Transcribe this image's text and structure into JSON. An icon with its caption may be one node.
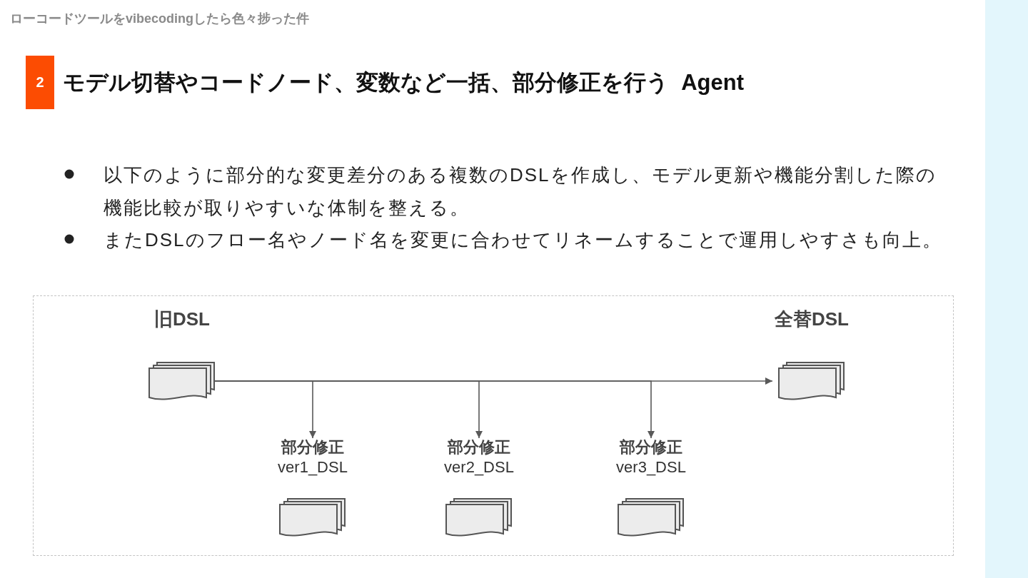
{
  "diagram": {
    "title": "モデル切替やコードノード、変数など一括、部分修正を行う  Agent",
    "nodes": [
      {
        "text": [
          "2"
        ]
      },
      {
        "text": [
          "旧DSL"
        ]
      },
      {
        "text": [
          "全替DSL"
        ]
      },
      {
        "text": [
          "部分修正",
          "ver1_DSL"
        ]
      },
      {
        "text": [
          "部分修正",
          "ver2_DSL"
        ]
      },
      {
        "text": [
          "部分修正",
          "ver3_DSL"
        ]
      }
    ],
    "edges": [
      {
        "from": 1,
        "to": 2,
        "arrow": "to"
      },
      {
        "from": 1,
        "to": 3,
        "arrow": "to"
      },
      {
        "from": 1,
        "to": 4,
        "arrow": "to"
      },
      {
        "from": 1,
        "to": 5,
        "arrow": "to"
      }
    ],
    "labels": [
      "ローコードツールをvibecodingしたら色々捗った件",
      "以下のように部分的な変更差分のある複数のDSLを作成し、モデル更新や機能分割した際の機能比較が取りやすいな体制を整える。",
      "またDSLのフロー名やノード名を変更に合わせてリネームすることで運用しやすさも向上。"
    ]
  }
}
